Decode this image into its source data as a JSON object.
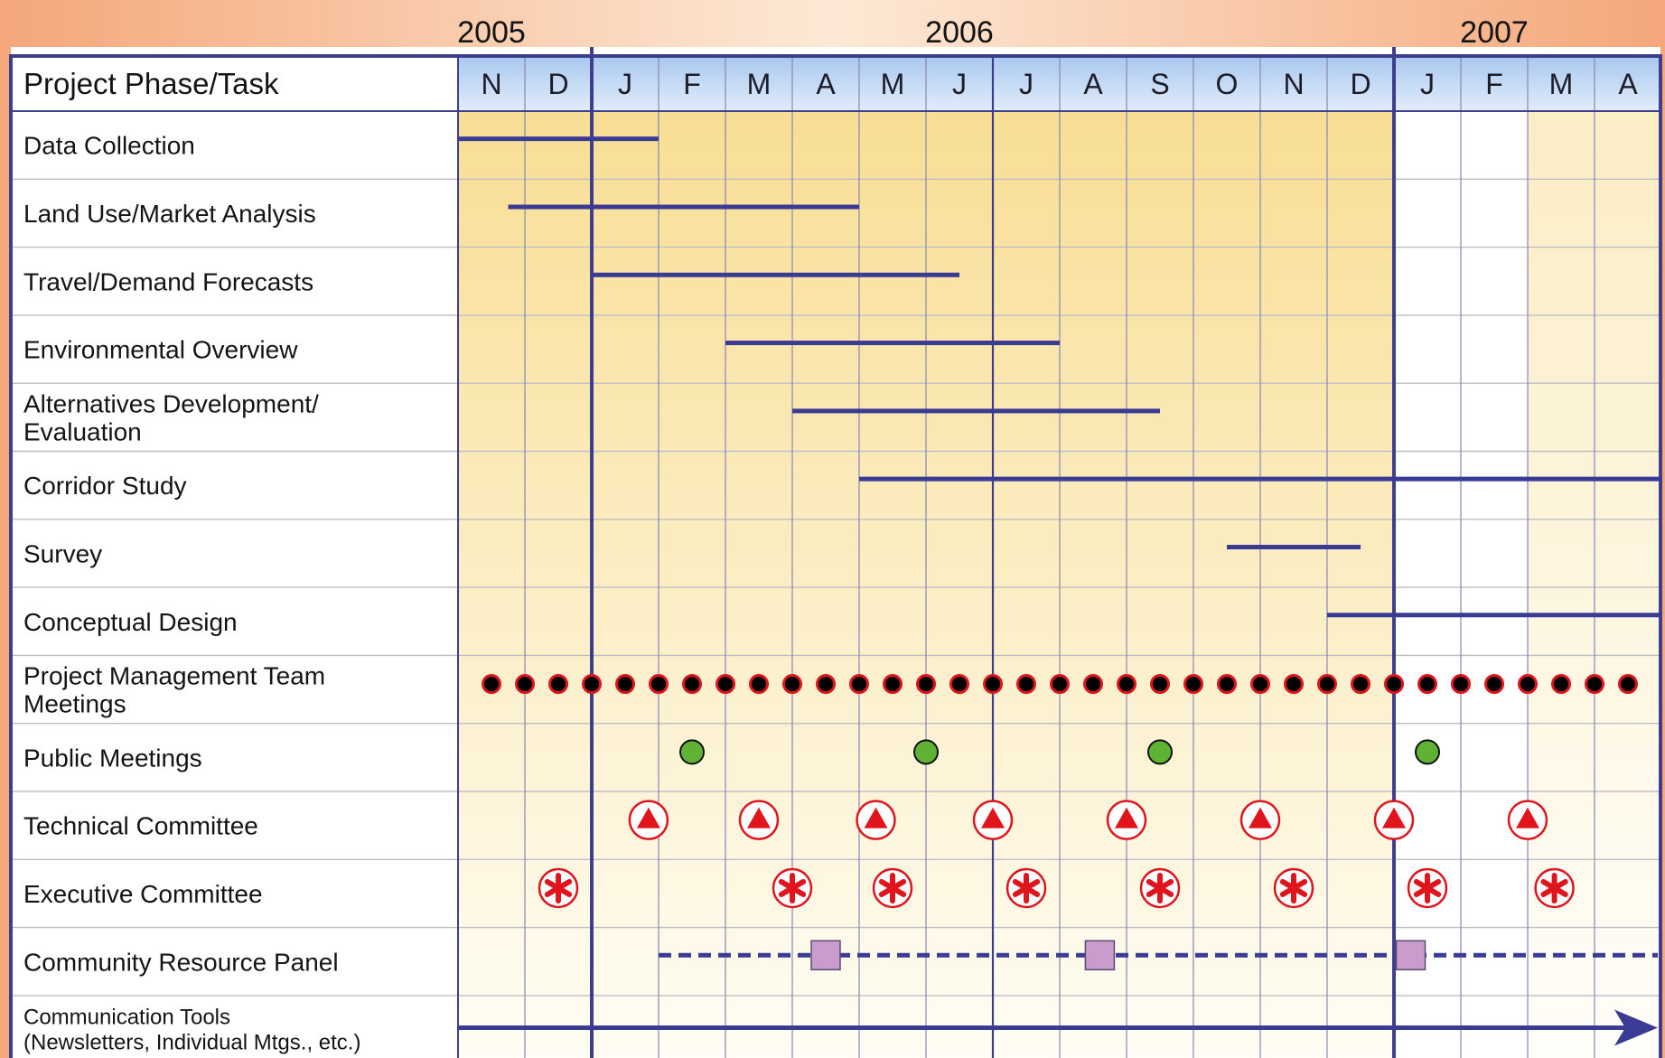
{
  "header_label": "Project Phase/Task",
  "years": [
    {
      "label": "2005",
      "month_index": 0.5
    },
    {
      "label": "2006",
      "month_index": 7.5
    },
    {
      "label": "2007",
      "month_index": 15.5
    }
  ],
  "months": [
    "N",
    "D",
    "J",
    "F",
    "M",
    "A",
    "M",
    "J",
    "J",
    "A",
    "S",
    "O",
    "N",
    "D",
    "J",
    "F",
    "M",
    "A"
  ],
  "tasks": [
    {
      "lines": [
        "Data Collection"
      ]
    },
    {
      "lines": [
        "Land Use/Market Analysis"
      ]
    },
    {
      "lines": [
        "Travel/Demand Forecasts"
      ]
    },
    {
      "lines": [
        "Environmental Overview"
      ]
    },
    {
      "lines": [
        "Alternatives Development/",
        "Evaluation"
      ]
    },
    {
      "lines": [
        "Corridor Study"
      ]
    },
    {
      "lines": [
        "Survey"
      ]
    },
    {
      "lines": [
        "Conceptual Design"
      ]
    },
    {
      "lines": [
        "Project Management Team",
        "Meetings"
      ]
    },
    {
      "lines": [
        "Public Meetings"
      ]
    },
    {
      "lines": [
        "Technical Committee"
      ]
    },
    {
      "lines": [
        "Executive Committee"
      ]
    },
    {
      "lines": [
        "Community Resource Panel"
      ]
    },
    {
      "lines": [
        "Communication Tools",
        "(Newsletters, Individual Mtgs., etc.)"
      ],
      "small": true
    }
  ],
  "bars": [
    {
      "row": 0,
      "start": 0.0,
      "end": 3.0
    },
    {
      "row": 1,
      "start": 0.75,
      "end": 6.0
    },
    {
      "row": 2,
      "start": 2.0,
      "end": 7.5
    },
    {
      "row": 3,
      "start": 4.0,
      "end": 9.0
    },
    {
      "row": 4,
      "start": 5.0,
      "end": 10.5
    },
    {
      "row": 5,
      "start": 6.0,
      "end": 18.0
    },
    {
      "row": 6,
      "start": 11.5,
      "end": 13.5
    },
    {
      "row": 7,
      "start": 13.0,
      "end": 18.0
    }
  ],
  "pmt_meetings": {
    "row": 8,
    "count": 35,
    "first": 0.5,
    "step": 0.5
  },
  "public_meetings": {
    "row": 9,
    "positions": [
      3.5,
      7.0,
      10.5,
      14.5
    ]
  },
  "technical_committee": {
    "row": 10,
    "positions": [
      2.85,
      4.5,
      6.25,
      8.0,
      10.0,
      12.0,
      14.0,
      16.0
    ]
  },
  "executive_committee": {
    "row": 11,
    "positions": [
      1.5,
      5.0,
      6.5,
      8.5,
      10.5,
      12.5,
      14.5,
      16.4
    ]
  },
  "community_resource_panel": {
    "row": 12,
    "dash_start": 3.0,
    "dash_end": 18.0,
    "squares": [
      5.5,
      9.6,
      14.25
    ]
  },
  "communication_tools": {
    "row": 13,
    "start": 0.0,
    "end": 18.0
  },
  "colors": {
    "background": "#fbe8d8",
    "grid_line": "#3e3d8e",
    "bar": "#3a3b94",
    "header_blue": "#b9d3f4",
    "year_band_yellow": "#f8df96",
    "dot_fill": "#000000",
    "dot_outline": "#e0141c",
    "public_meeting": "#5fb233",
    "marker_red": "#e0141c",
    "square": "#c99ccb"
  }
}
